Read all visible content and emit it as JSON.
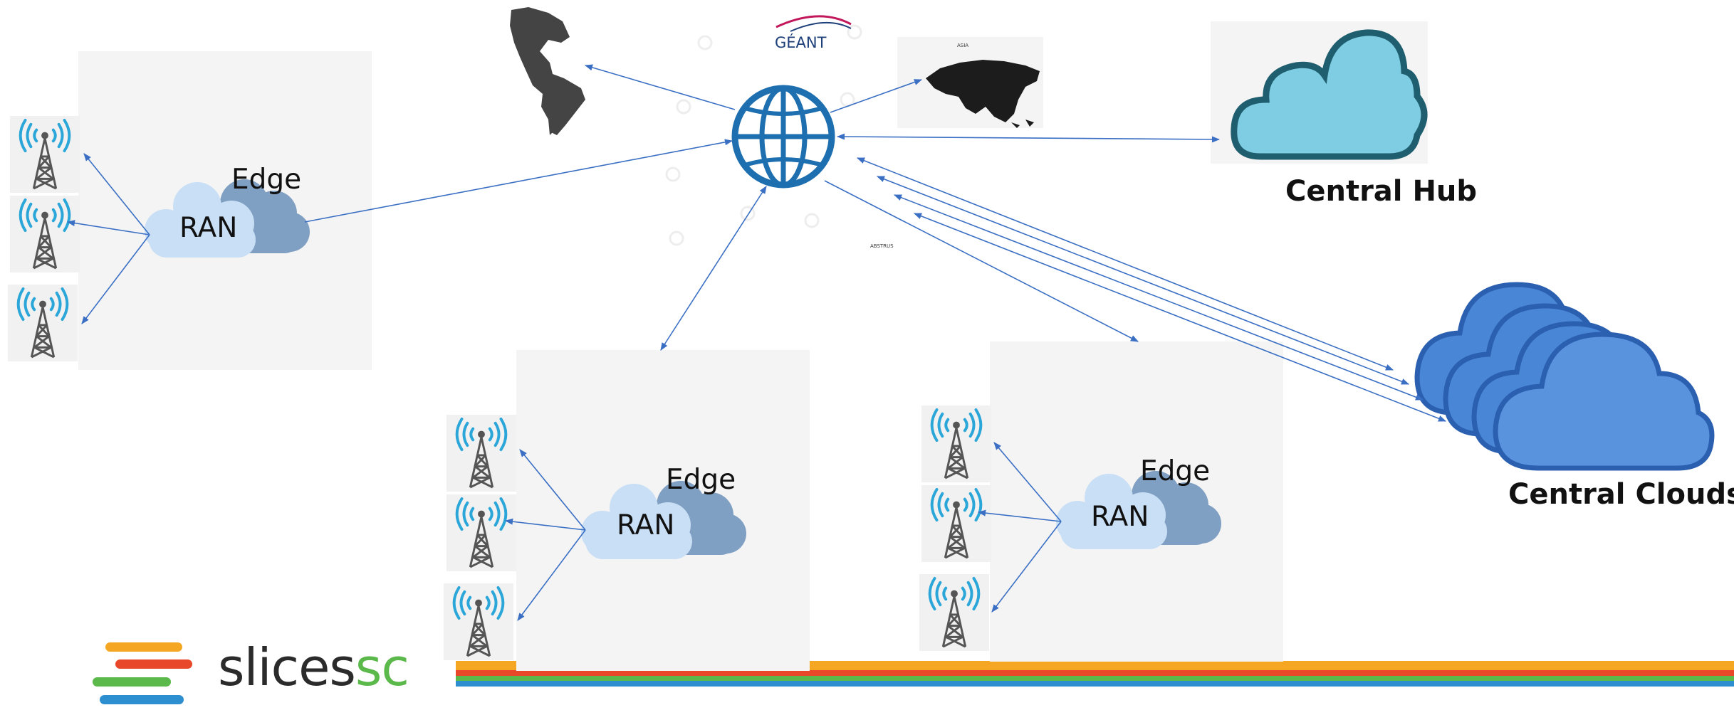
{
  "site_boxes": [
    {
      "id": "site-1",
      "cloud_ran_label": "RAN",
      "cloud_edge_label": "Edge",
      "towers": 3
    },
    {
      "id": "site-2",
      "cloud_ran_label": "RAN",
      "cloud_edge_label": "Edge",
      "towers": 3
    },
    {
      "id": "site-3",
      "cloud_ran_label": "RAN",
      "cloud_edge_label": "Edge",
      "towers": 3
    }
  ],
  "labels": {
    "central_hub": "Central Hub",
    "central_clouds": "Central Clouds",
    "geant": "GÉANT",
    "asia_map_caption": "ASIA",
    "small_caption": "ABSTRUS"
  },
  "logo": {
    "text_dark": "slices",
    "text_accent": "sc"
  },
  "colors": {
    "link_blue": "#3a6fc4",
    "cloud_light": "#c9dff5",
    "cloud_dark": "#7f9fc3",
    "hub_cloud_fill": "#7ecde3",
    "hub_cloud_stroke": "#1f5e6e",
    "central_clouds_fill": "#4a86d6",
    "central_clouds_stroke": "#2b5fb0",
    "globe": "#1e6fb0",
    "bar_orange": "#f5a623",
    "bar_red": "#e8472a",
    "bar_green": "#5bb84a",
    "bar_blue": "#2e8fd0"
  },
  "icons": [
    "cell-tower-icon",
    "globe-icon",
    "cloud-icon",
    "world-map-icon"
  ]
}
